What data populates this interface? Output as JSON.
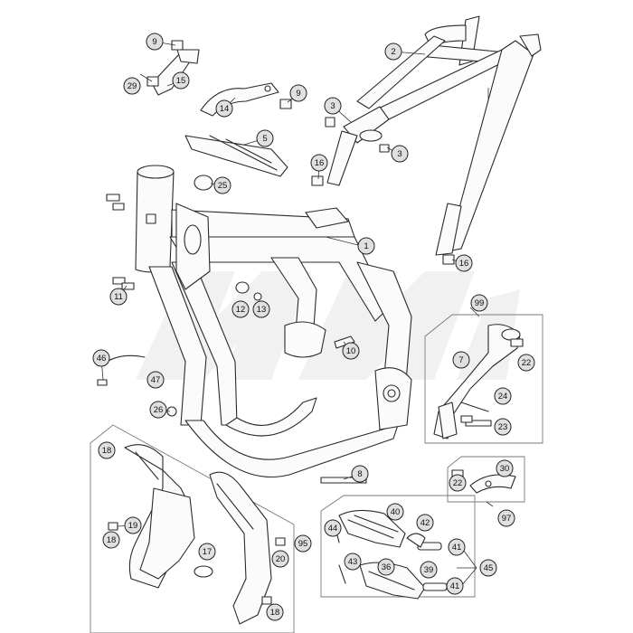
{
  "diagram": {
    "callouts": [
      {
        "id": "c1",
        "text": "1"
      },
      {
        "id": "c2",
        "text": "2"
      },
      {
        "id": "c3a",
        "text": "3"
      },
      {
        "id": "c3b",
        "text": "3"
      },
      {
        "id": "c5",
        "text": "5"
      },
      {
        "id": "c7",
        "text": "7"
      },
      {
        "id": "c8",
        "text": "8"
      },
      {
        "id": "c9a",
        "text": "9"
      },
      {
        "id": "c9b",
        "text": "9"
      },
      {
        "id": "c10",
        "text": "10"
      },
      {
        "id": "c11",
        "text": "11"
      },
      {
        "id": "c12",
        "text": "12"
      },
      {
        "id": "c13",
        "text": "13"
      },
      {
        "id": "c14",
        "text": "14"
      },
      {
        "id": "c15",
        "text": "15"
      },
      {
        "id": "c16a",
        "text": "16"
      },
      {
        "id": "c16b",
        "text": "16"
      },
      {
        "id": "c17",
        "text": "17"
      },
      {
        "id": "c18a",
        "text": "18"
      },
      {
        "id": "c18b",
        "text": "18"
      },
      {
        "id": "c18c",
        "text": "18"
      },
      {
        "id": "c19",
        "text": "19"
      },
      {
        "id": "c20",
        "text": "20"
      },
      {
        "id": "c22a",
        "text": "22"
      },
      {
        "id": "c22b",
        "text": "22"
      },
      {
        "id": "c23",
        "text": "23"
      },
      {
        "id": "c24",
        "text": "24"
      },
      {
        "id": "c25",
        "text": "25"
      },
      {
        "id": "c26",
        "text": "26"
      },
      {
        "id": "c29",
        "text": "29"
      },
      {
        "id": "c30",
        "text": "30"
      },
      {
        "id": "c36",
        "text": "36"
      },
      {
        "id": "c39",
        "text": "39"
      },
      {
        "id": "c40",
        "text": "40"
      },
      {
        "id": "c41a",
        "text": "41"
      },
      {
        "id": "c41b",
        "text": "41"
      },
      {
        "id": "c42",
        "text": "42"
      },
      {
        "id": "c43",
        "text": "43"
      },
      {
        "id": "c44",
        "text": "44"
      },
      {
        "id": "c45",
        "text": "45"
      },
      {
        "id": "c46",
        "text": "46"
      },
      {
        "id": "c47",
        "text": "47"
      },
      {
        "id": "c95",
        "text": "95"
      },
      {
        "id": "c97",
        "text": "97"
      },
      {
        "id": "c99",
        "text": "99"
      }
    ]
  }
}
